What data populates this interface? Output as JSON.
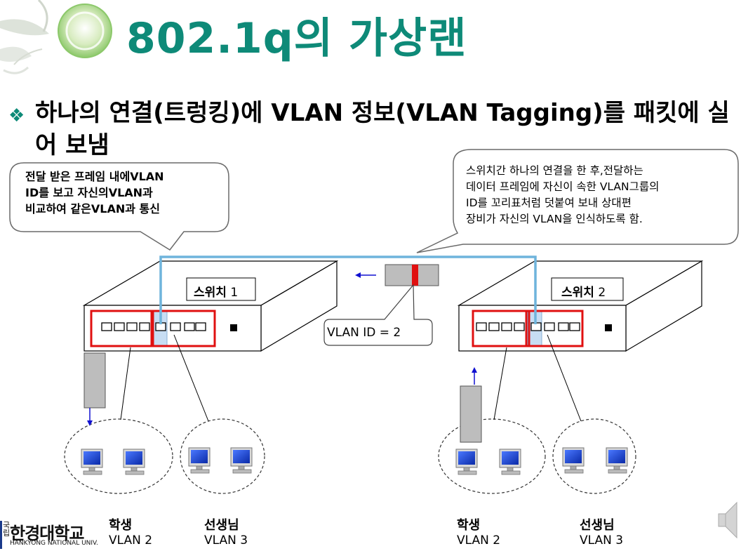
{
  "title": "802.1q의 가상랜",
  "bullet": {
    "mark": "❖",
    "text": "하나의 연결(트렁킹)에 VLAN 정보(VLAN Tagging)를 패킷에 실어 보냄"
  },
  "callout_left": {
    "line1": "전달 받은 프레임 내에VLAN",
    "line2": "ID를  보고 자신의VLAN과",
    "line3": "비교하여 같은VLAN과 통신"
  },
  "callout_right": {
    "line1": "스위치간 하나의 연결을 한 후,전달하는",
    "line2": "데이터 프레임에 자신이 속한 VLAN그룹의",
    "line3": "ID를 꼬리표처럼 덧붙여 보내 상대편",
    "line4": "장비가 자신의 VLAN을 인식하도록 함."
  },
  "vlan_id_label": "VLAN ID = 2",
  "switch1": {
    "name": "스위치",
    "number": "1"
  },
  "switch2": {
    "name": "스위치",
    "number": "2"
  },
  "groups": [
    {
      "name": "학생",
      "vlan": "VLAN 2"
    },
    {
      "name": "선생님",
      "vlan": "VLAN 3"
    },
    {
      "name": "학생",
      "vlan": "VLAN 2"
    },
    {
      "name": "선생님",
      "vlan": "VLAN 3"
    }
  ],
  "logo": {
    "prefix": "국립",
    "name": "한경대학교",
    "subtitle": "HANKYONG NATIONAL UNIV."
  },
  "colors": {
    "title": "#0e8a78",
    "trunk_line": "#6fb4dc",
    "highlight_box": "#e01010",
    "arrow": "#1010d0",
    "packet": "#bdbdbd",
    "tag": "#e01010"
  },
  "icons": {
    "bullet": "diamond-bullet-icon",
    "logo_circle": "green-circle-logo-icon",
    "computer": "desktop-computer-icon",
    "speaker": "speaker-icon"
  }
}
